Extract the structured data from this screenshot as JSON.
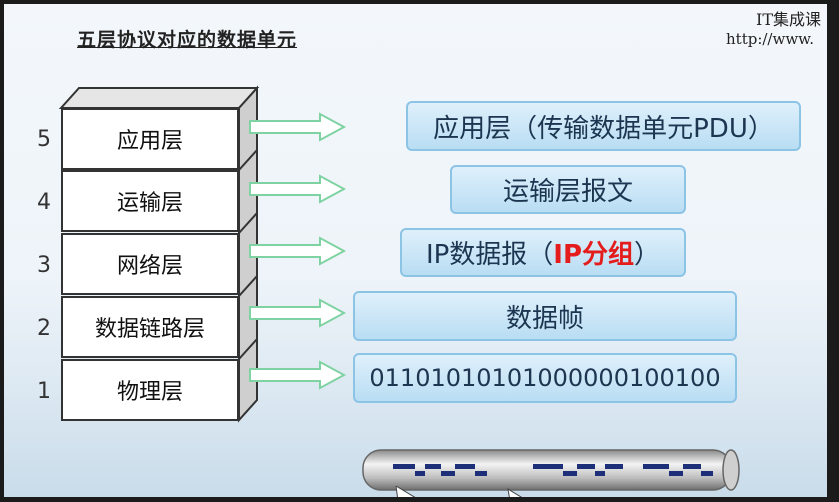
{
  "title": "五层协议对应的数据单元",
  "watermark": {
    "line1": "IT集成课",
    "line2": "http://www."
  },
  "layers": [
    {
      "number": "5",
      "name": "应用层"
    },
    {
      "number": "4",
      "name": "运输层"
    },
    {
      "number": "3",
      "name": "网络层"
    },
    {
      "number": "2",
      "name": "数据链路层"
    },
    {
      "number": "1",
      "name": "物理层"
    }
  ],
  "units": {
    "application": "应用层（传输数据单元PDU）",
    "transport": "运输层报文",
    "network_prefix": "IP数据报（",
    "network_highlight": "IP分组",
    "network_suffix": "）",
    "datalink": "数据帧",
    "physical": "01101010101000000100100"
  },
  "colors": {
    "highlight": "#e41c1c",
    "box_fill": "#cbe6f7",
    "box_border": "#8cc4e6"
  }
}
